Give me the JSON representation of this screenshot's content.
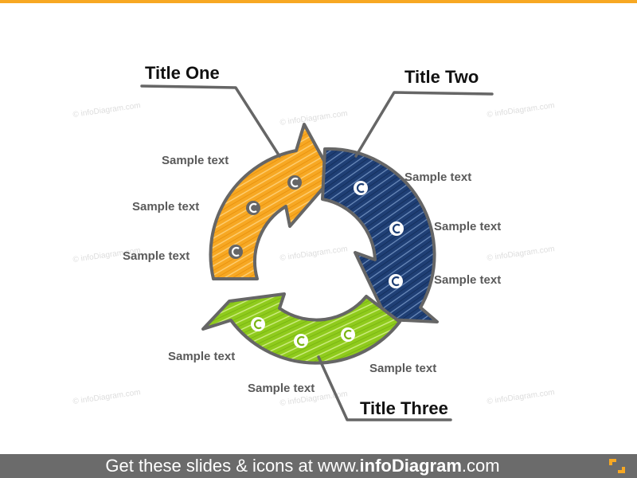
{
  "titles": {
    "one": "Title One",
    "two": "Title Two",
    "three": "Title Three"
  },
  "labels": {
    "one": [
      "Sample text",
      "Sample text",
      "Sample text"
    ],
    "two": [
      "Sample text",
      "Sample text",
      "Sample text"
    ],
    "three": [
      "Sample text",
      "Sample text",
      "Sample text"
    ]
  },
  "watermark": "© infoDiagram.com",
  "footer": {
    "prefix": "Get these slides & icons at www.",
    "brand": "infoDiagram",
    "suffix": ".com"
  },
  "colors": {
    "accent_bar": "#f7a823",
    "segment_one": "#f7a823",
    "segment_two": "#1f3f75",
    "segment_three": "#8fcb1c",
    "outline": "#666666",
    "footer_bg": "#6b6b6b",
    "logo": "#f7a823"
  },
  "icons": [
    "currency-icon",
    "currency-icon",
    "currency-icon"
  ]
}
